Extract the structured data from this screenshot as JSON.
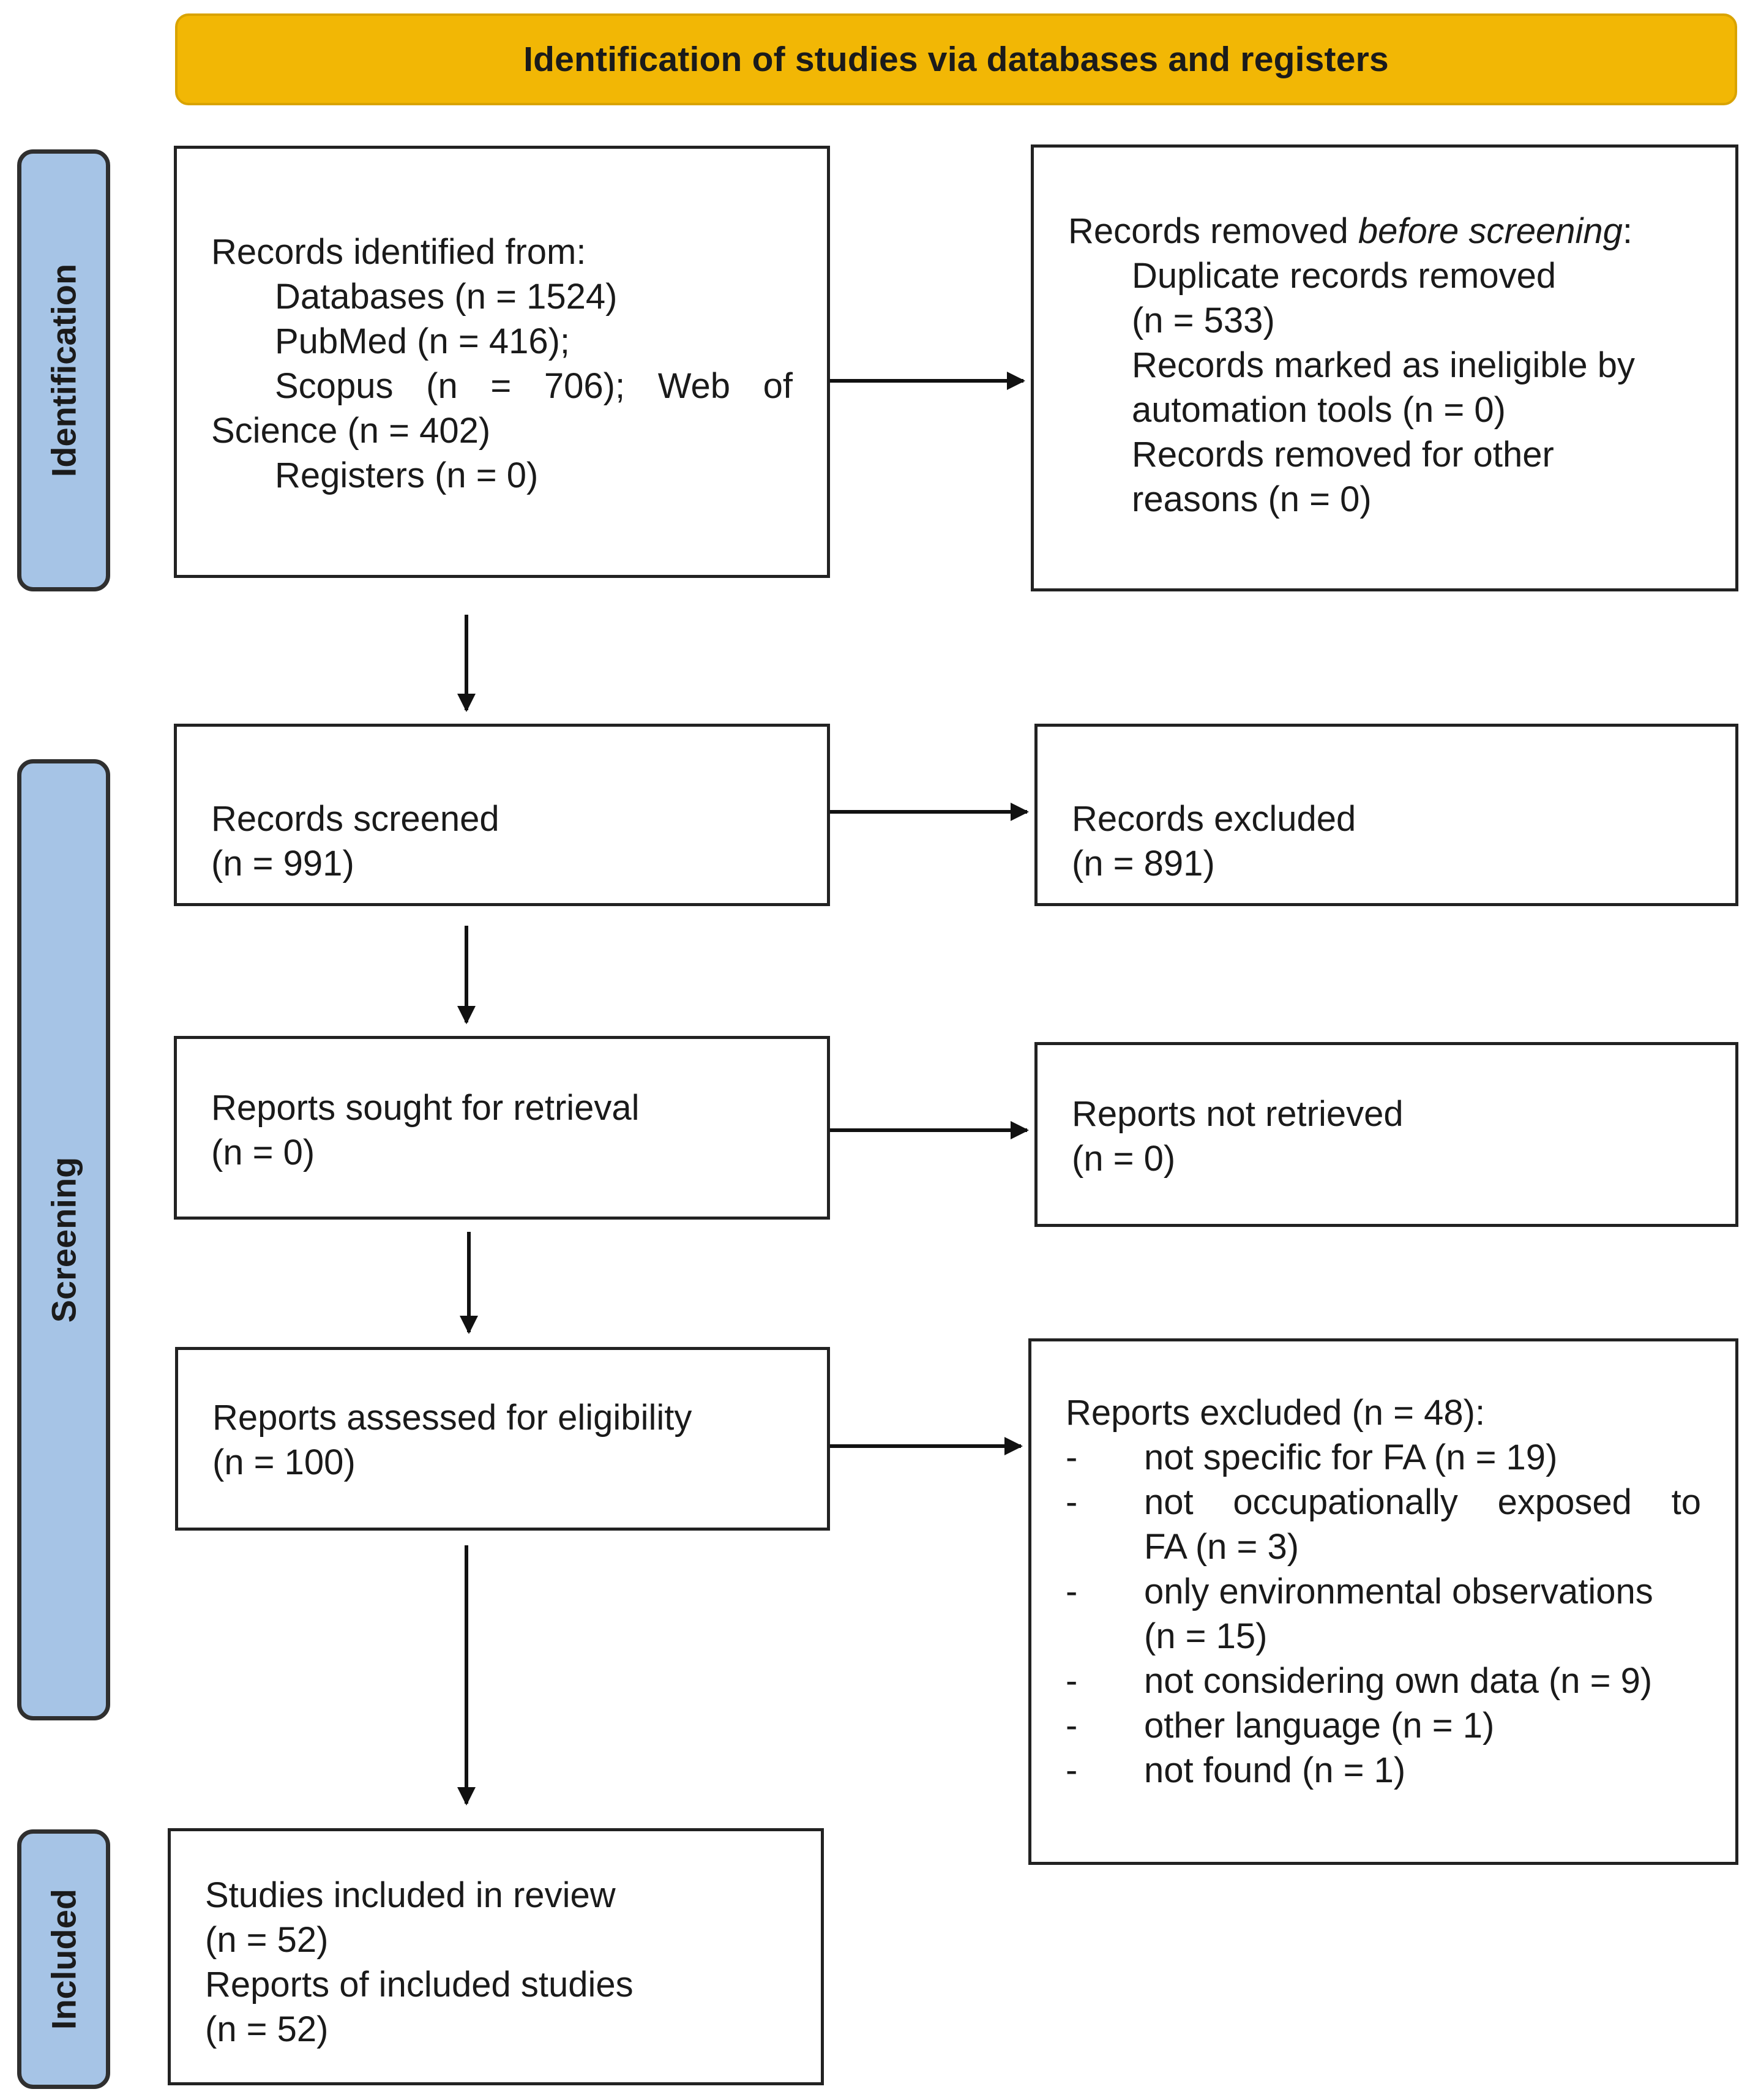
{
  "header": {
    "title": "Identification of studies via databases and registers"
  },
  "phases": {
    "identification": "Identification",
    "screening": "Screening",
    "included": "Included"
  },
  "identified": {
    "line1": "Records identified from:",
    "line2": "Databases (n = 1524)",
    "line3": "PubMed (n = 416);",
    "line4_a": "Scopus",
    "line4_b": "(n",
    "line4_c": "=",
    "line4_d": "706);",
    "line4_e": "Web",
    "line4_f": "of",
    "line5": "Science (n = 402)",
    "line6": "Registers (n = 0)"
  },
  "removed": {
    "title_prefix": "Records removed ",
    "title_italic": "before screening",
    "title_suffix": ":",
    "line1": "Duplicate records removed",
    "line2": "(n = 533)",
    "line3": "Records marked as ineligible by",
    "line4": "automation tools (n = 0)",
    "line5": "Records removed for other",
    "line6": "reasons (n = 0)"
  },
  "screened": {
    "line1": "Records screened",
    "line2": "(n = 991)"
  },
  "excluded": {
    "line1": "Records excluded",
    "line2": "(n = 891)"
  },
  "sought": {
    "line1": "Reports sought for retrieval",
    "line2": "(n = 0)"
  },
  "not_retrieved": {
    "line1": "Reports not retrieved",
    "line2": "(n = 0)"
  },
  "assessed": {
    "line1": "Reports assessed for eligibility",
    "line2": "(n = 100)"
  },
  "reports_excluded": {
    "title": "Reports excluded (n = 48):",
    "dash": "-",
    "item1": "not specific for FA (n = 19)",
    "item2_a": "not",
    "item2_b": "occupationally",
    "item2_c": "exposed",
    "item2_d": "to",
    "item2_cont": "FA (n = 3)",
    "item3_line1": "only environmental observations",
    "item3_line2": "(n = 15)",
    "item4": "not considering own data (n = 9)",
    "item5": "other language (n = 1)",
    "item6": "not found (n = 1)"
  },
  "included": {
    "line1": "Studies included in review",
    "line2": "(n = 52)",
    "line3": "Reports of included studies",
    "line4": "(n = 52)"
  }
}
